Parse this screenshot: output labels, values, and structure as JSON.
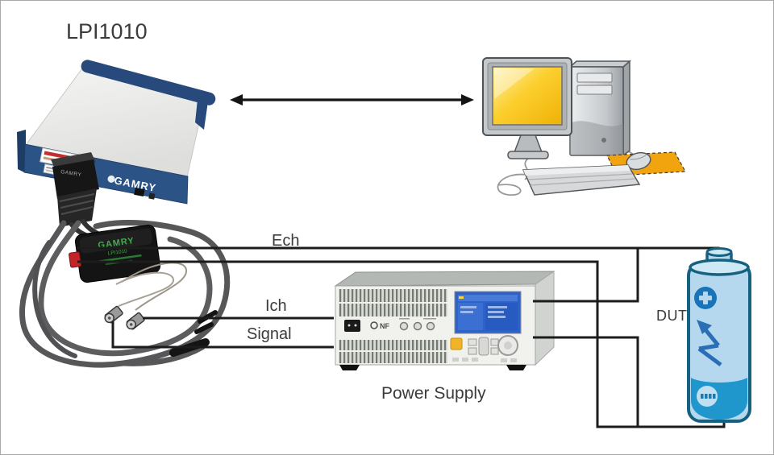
{
  "title": "LPI1010",
  "wire_labels": {
    "ech": "Ech",
    "ich": "Ich",
    "signal": "Signal"
  },
  "device_labels": {
    "power_supply": "Power Supply",
    "dut": "DUT"
  },
  "devices": {
    "potentiostat": {
      "brand": "GAMRY"
    },
    "cell_cable_connector": {
      "brand": "GAMRY"
    },
    "adapter": {
      "brand": "GAMRY",
      "model": "LPI1010"
    },
    "power_supply": {
      "brand": "NF"
    }
  },
  "colors": {
    "wire": "#1c1c1c",
    "label_text": "#3b3b3b",
    "potentiostat_blue": "#2b5386",
    "adapter_green": "#3fae49",
    "battery_body": "#b5d8ef",
    "battery_bottom": "#1f97cd",
    "battery_outline": "#16617f",
    "screen_yellow": "#f2b70a",
    "mousepad_orange": "#f2a40e",
    "ps_screen_blue": "#2f62c8"
  },
  "connections": [
    {
      "label": "Ech",
      "from": "LPI1010 adapter",
      "to": "DUT terminals"
    },
    {
      "label": "Ich",
      "from": "LPI1010 adapter",
      "to": "Power Supply"
    },
    {
      "label": "Signal",
      "from": "LPI1010 adapter",
      "to": "Power Supply"
    },
    {
      "label": "",
      "from": "Power Supply output",
      "to": "DUT terminals"
    },
    {
      "label": "",
      "from": "LPI1010 potentiostat",
      "to": "Computer",
      "style": "double-headed arrow"
    }
  ]
}
